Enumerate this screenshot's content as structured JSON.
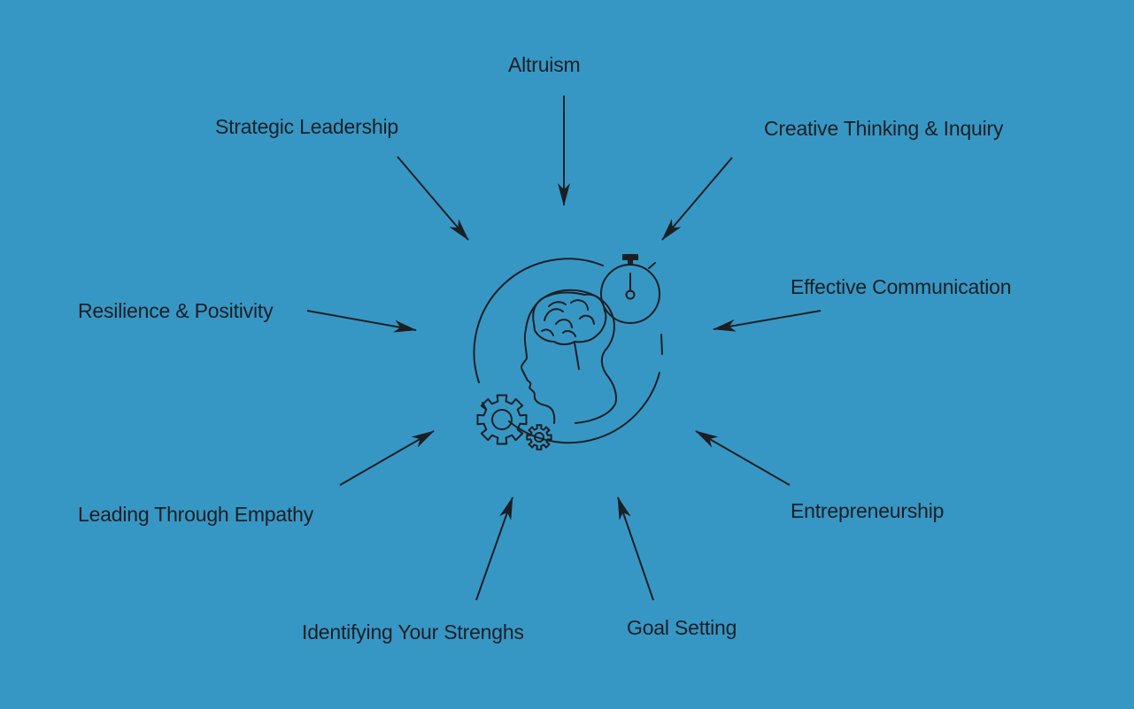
{
  "colors": {
    "background": "#3797c4",
    "ink": "#1b1f24"
  },
  "center_icon": "brain-head-stopwatch-gears-icon",
  "skills": [
    {
      "id": "altruism",
      "label": "Altruism"
    },
    {
      "id": "strategic",
      "label": "Strategic Leadership"
    },
    {
      "id": "creative",
      "label": "Creative Thinking & Inquiry"
    },
    {
      "id": "resilience",
      "label": "Resilience & Positivity"
    },
    {
      "id": "communication",
      "label": "Effective Communication"
    },
    {
      "id": "empathy",
      "label": "Leading Through Empathy"
    },
    {
      "id": "entrepreneurship",
      "label": "Entrepreneurship"
    },
    {
      "id": "strengths",
      "label": "Identifying Your Strenghs"
    },
    {
      "id": "goal",
      "label": "Goal Setting"
    }
  ]
}
